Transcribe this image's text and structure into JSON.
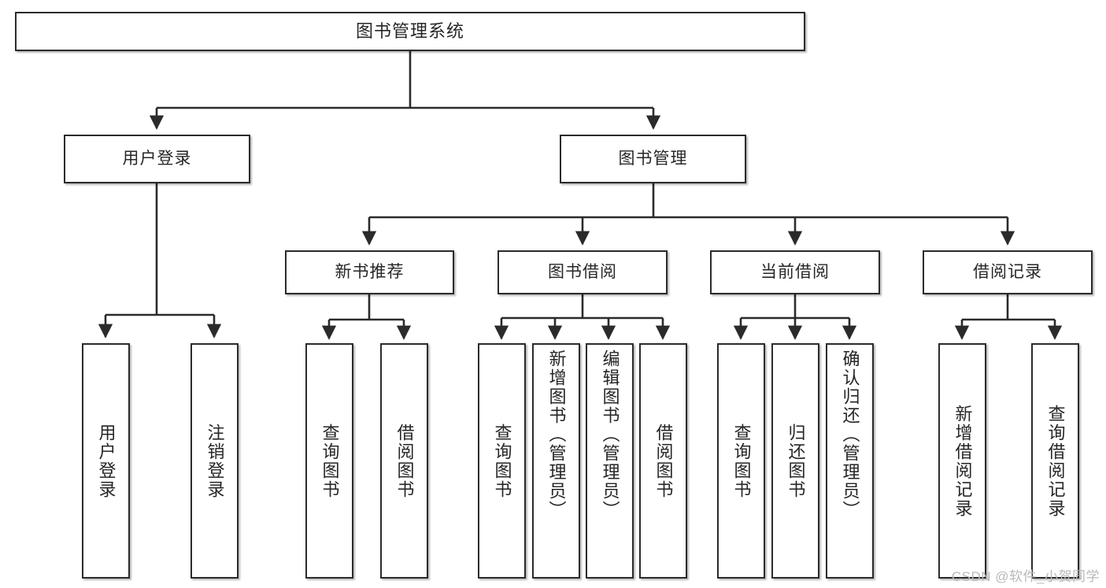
{
  "diagram": {
    "type": "tree-hierarchy",
    "title": "图书管理系统",
    "watermark": "CSDN @软件_小贺同学",
    "colors": {
      "box_border": "#2b2b2b",
      "box_fill": "#ffffff",
      "connector": "#2b2b2b",
      "text": "#262626",
      "watermark": "#b9b9b9"
    },
    "nodes": {
      "root": {
        "label": "图书管理系统"
      },
      "level1": [
        {
          "id": "user-login",
          "label": "用户登录"
        },
        {
          "id": "book-manage",
          "label": "图书管理"
        }
      ],
      "level2": [
        {
          "id": "new-book-recommend",
          "label": "新书推荐"
        },
        {
          "id": "book-borrow",
          "label": "图书借阅"
        },
        {
          "id": "current-borrow",
          "label": "当前借阅"
        },
        {
          "id": "borrow-record",
          "label": "借阅记录"
        }
      ],
      "leaves": {
        "user_login": [
          {
            "id": "leaf-user-login",
            "label": "用户登录"
          },
          {
            "id": "leaf-logout-login",
            "label": "注销登录"
          }
        ],
        "new_book_recommend": [
          {
            "id": "leaf-query-book-1",
            "label": "查询图书"
          },
          {
            "id": "leaf-borrow-book-1",
            "label": "借阅图书"
          }
        ],
        "book_borrow": [
          {
            "id": "leaf-query-book-2",
            "label": "查询图书"
          },
          {
            "id": "leaf-add-book",
            "label": "新增图书（管理员）"
          },
          {
            "id": "leaf-edit-book",
            "label": "编辑图书（管理员）"
          },
          {
            "id": "leaf-borrow-book-2",
            "label": "借阅图书"
          }
        ],
        "current_borrow": [
          {
            "id": "leaf-query-book-3",
            "label": "查询图书"
          },
          {
            "id": "leaf-return-book",
            "label": "归还图书"
          },
          {
            "id": "leaf-confirm-return",
            "label": "确认归还（管理员）"
          }
        ],
        "borrow_record": [
          {
            "id": "leaf-add-record",
            "label": "新增借阅记录"
          },
          {
            "id": "leaf-query-record",
            "label": "查询借阅记录"
          }
        ]
      }
    },
    "edges": [
      {
        "from": "图书管理系统",
        "to": "用户登录"
      },
      {
        "from": "图书管理系统",
        "to": "图书管理"
      },
      {
        "from": "用户登录",
        "to": "用户登录"
      },
      {
        "from": "用户登录",
        "to": "注销登录"
      },
      {
        "from": "图书管理",
        "to": "新书推荐"
      },
      {
        "from": "图书管理",
        "to": "图书借阅"
      },
      {
        "from": "图书管理",
        "to": "当前借阅"
      },
      {
        "from": "图书管理",
        "to": "借阅记录"
      },
      {
        "from": "新书推荐",
        "to": "查询图书"
      },
      {
        "from": "新书推荐",
        "to": "借阅图书"
      },
      {
        "from": "图书借阅",
        "to": "查询图书"
      },
      {
        "from": "图书借阅",
        "to": "新增图书（管理员）"
      },
      {
        "from": "图书借阅",
        "to": "编辑图书（管理员）"
      },
      {
        "from": "图书借阅",
        "to": "借阅图书"
      },
      {
        "from": "当前借阅",
        "to": "查询图书"
      },
      {
        "from": "当前借阅",
        "to": "归还图书"
      },
      {
        "from": "当前借阅",
        "to": "确认归还（管理员）"
      },
      {
        "from": "借阅记录",
        "to": "新增借阅记录"
      },
      {
        "from": "借阅记录",
        "to": "查询借阅记录"
      }
    ]
  }
}
